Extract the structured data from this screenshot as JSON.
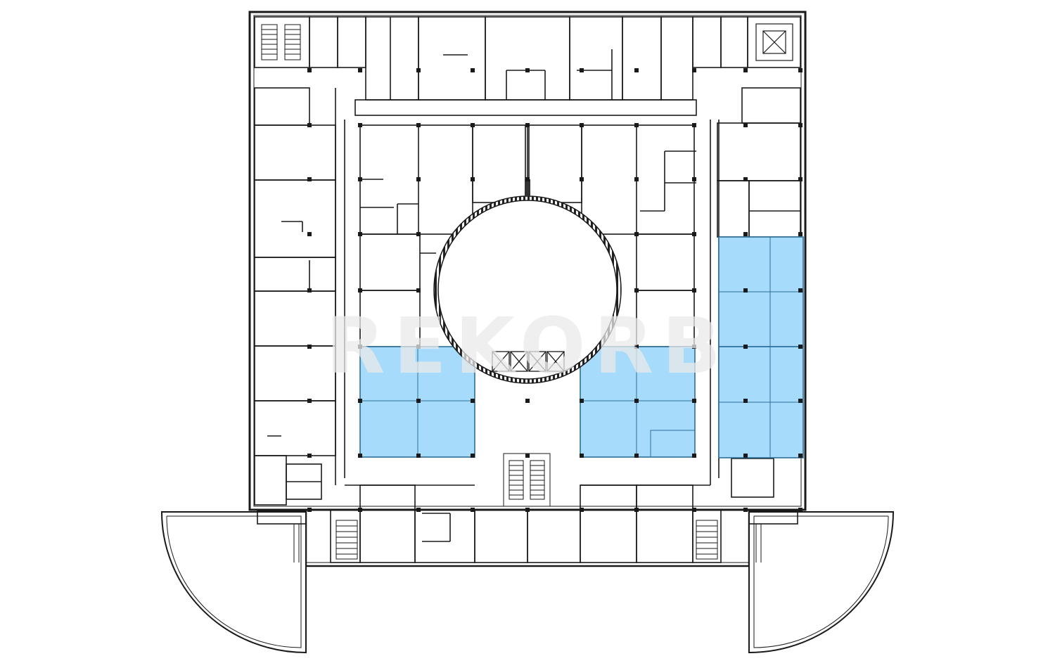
{
  "floor_plan": {
    "watermark": "REKORB",
    "highlight_color": "#a6dbfb",
    "highlight_stroke": "#2d6f99",
    "wall_color": "#1a1a1a",
    "highlighted_units": [
      {
        "id": "unit-left-center"
      },
      {
        "id": "unit-center-right"
      },
      {
        "id": "unit-right-upper"
      },
      {
        "id": "unit-right-lower"
      }
    ]
  }
}
